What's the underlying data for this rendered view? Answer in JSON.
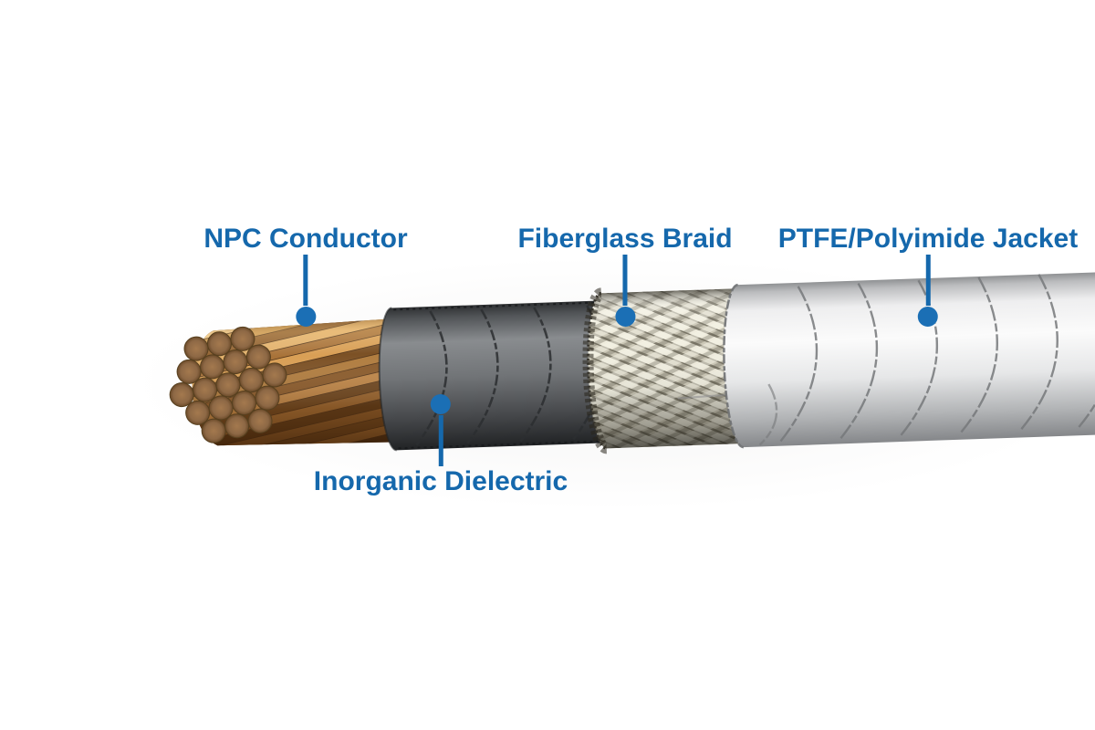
{
  "figure": {
    "type": "cable-cutaway-diagram",
    "callouts": [
      {
        "id": "npc-conductor",
        "text": "NPC Conductor",
        "position": "top"
      },
      {
        "id": "fiberglass-braid",
        "text": "Fiberglass Braid",
        "position": "top"
      },
      {
        "id": "ptfe-polyimide-jacket",
        "text": "PTFE/Polyimide Jacket",
        "position": "top"
      },
      {
        "id": "inorganic-dielectric",
        "text": "Inorganic Dielectric",
        "position": "bottom"
      }
    ],
    "layers_left_to_right": [
      "NPC Conductor",
      "Inorganic Dielectric",
      "Fiberglass Braid",
      "PTFE/Polyimide Jacket"
    ],
    "colors": {
      "label_text": "#1568ac",
      "leader_line": "#1568ac",
      "leader_dot": "#1b6fb5",
      "copper_strand": "#c08a50",
      "copper_end_cap": "#8d6845",
      "dielectric_gray": "#5b5e61",
      "braid_cream": "#e5e2d4",
      "jacket_white": "#f2f2f3",
      "background": "#ffffff"
    }
  }
}
